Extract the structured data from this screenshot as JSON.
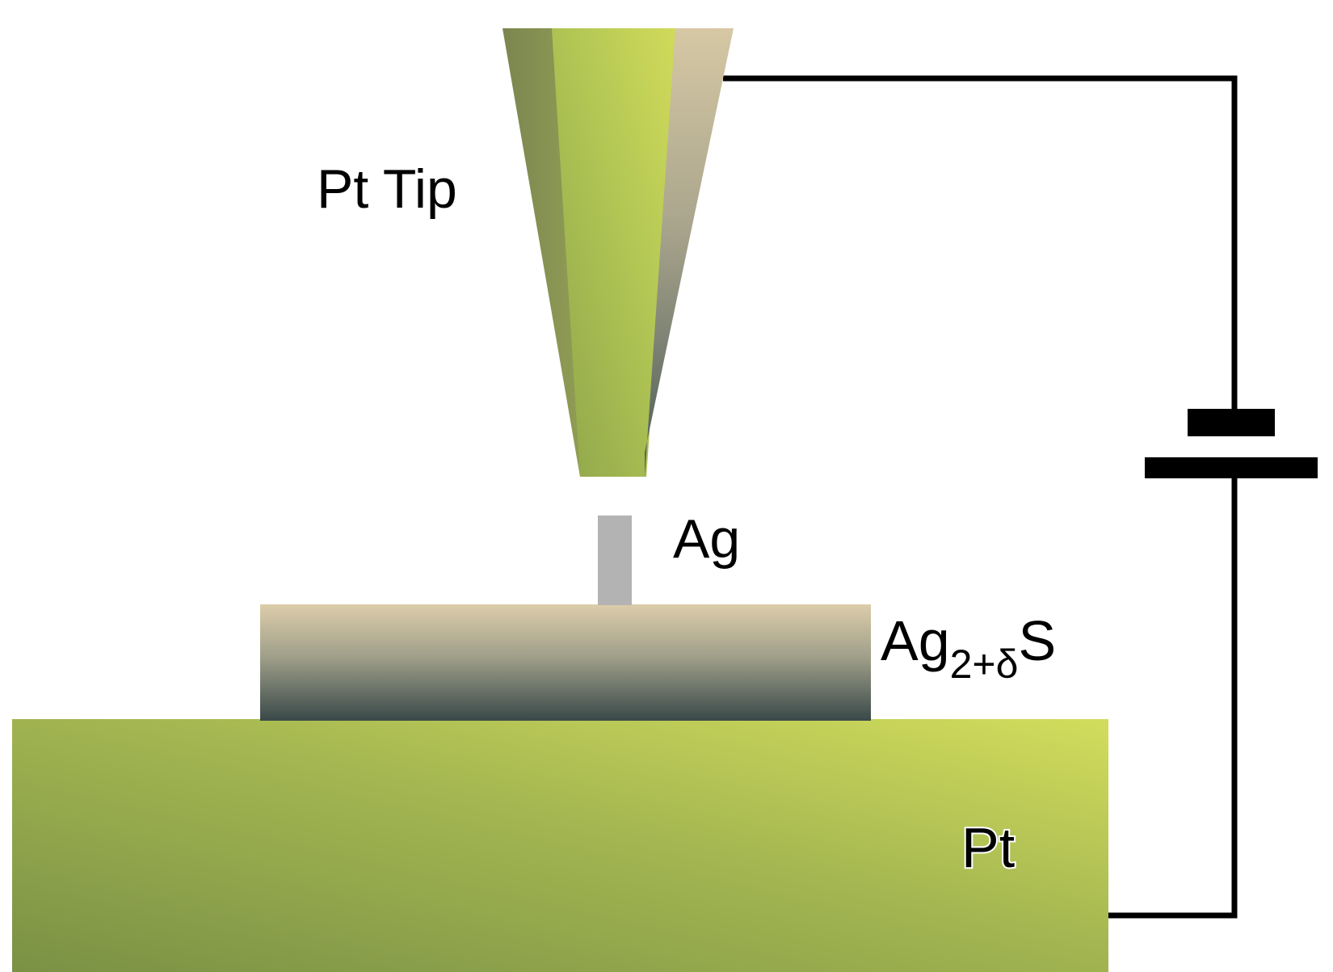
{
  "labels": {
    "tip": "Pt Tip",
    "filament": "Ag",
    "film_base": "Ag",
    "film_subscript": "2+δ",
    "film_suffix": "S",
    "substrate": "Pt"
  },
  "colors": {
    "pt_dark": "#7a9145",
    "pt_light": "#d2dd5c",
    "sulfide_top": "#d8c9a6",
    "sulfide_bottom": "#3d4c4d",
    "ag_filament": "#b3b3b3",
    "wire": "#000000"
  }
}
